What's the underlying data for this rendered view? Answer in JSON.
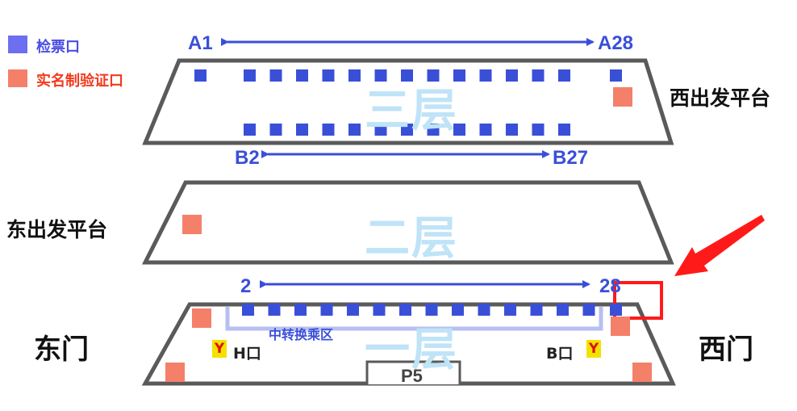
{
  "legend": {
    "ticket_gate": {
      "label": "检票口",
      "color": "#6b6ff0"
    },
    "id_check": {
      "label": "实名制验证口",
      "color": "#f4806a"
    },
    "label_colors": {
      "ticket_gate": "#4a4ee0",
      "id_check": "#f23a1c"
    }
  },
  "floors": {
    "third": {
      "name": "三层",
      "top_range": {
        "start": "A1",
        "end": "A28"
      },
      "bottom_range": {
        "start": "B2",
        "end": "B27"
      },
      "side_label": "西出发平台"
    },
    "second": {
      "name": "二层",
      "side_label": "东出发平台"
    },
    "first": {
      "name": "一层",
      "range": {
        "start": "2",
        "end": "28"
      },
      "transfer_area": "中转换乘区",
      "exit_h": "H口",
      "exit_b": "B口",
      "parking": "P5",
      "east_door": "东门",
      "west_door": "西门"
    }
  },
  "colors": {
    "gate": "#3a4fd8",
    "id_check": "#f4806a",
    "outline": "#5a5a5a",
    "floor_text": "#bfe3f7",
    "highlight": "#ff1a1a",
    "exit_icon_bg": "#f5e100"
  },
  "exit_icon_glyph": "Y"
}
